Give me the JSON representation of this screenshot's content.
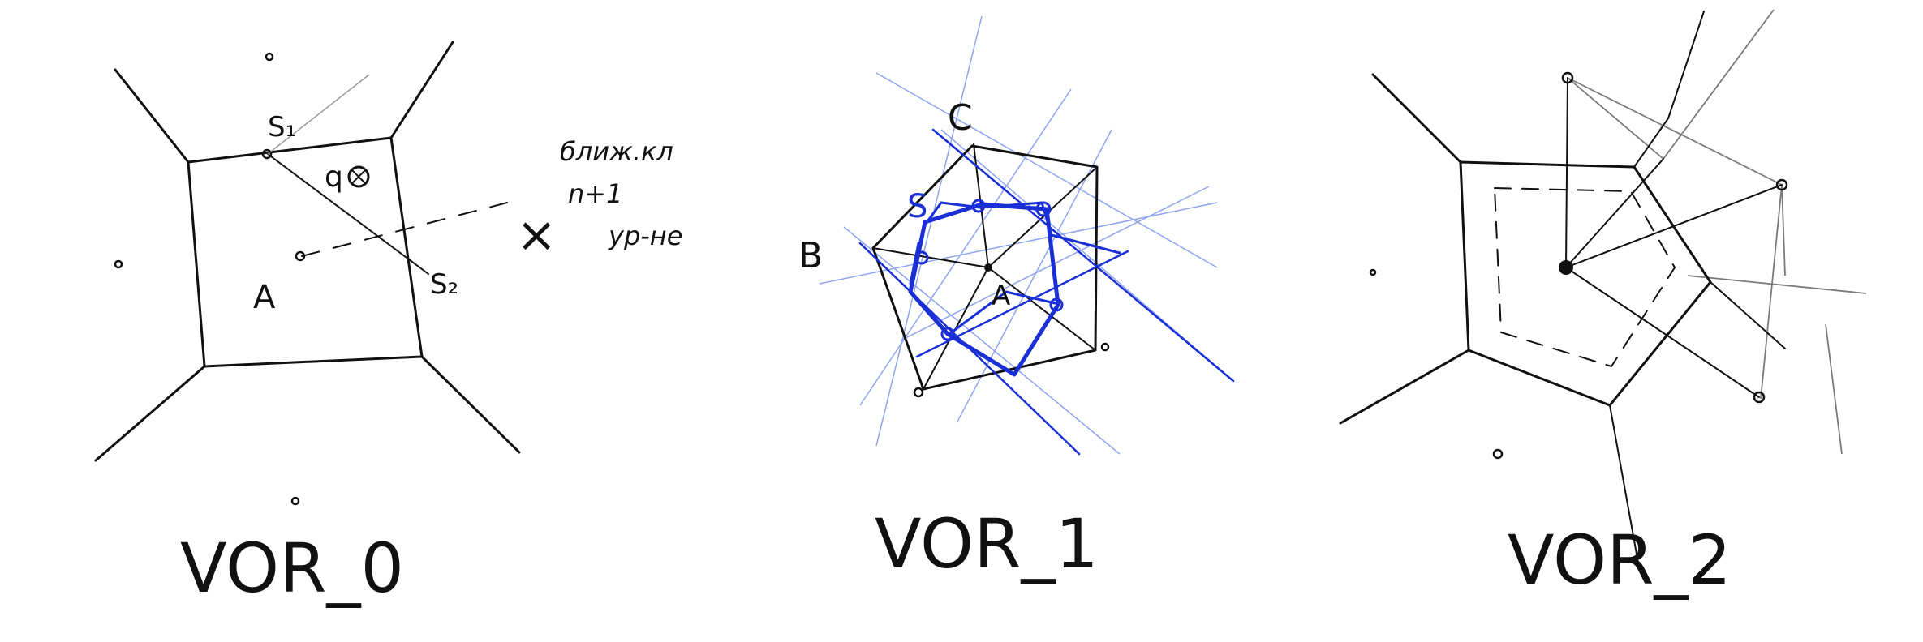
{
  "colors": {
    "ink": "#111111",
    "blue": "#1a2fd6",
    "light_blue": "#8fa3f0",
    "grey": "#9a9a9a"
  },
  "panel0": {
    "title": "VOR_0",
    "label_s1": "S₁",
    "label_s2": "S₂",
    "label_q": "q",
    "label_a": "A",
    "label_x": "×",
    "note": [
      "ближ.кл",
      "n+1",
      "ур-не"
    ]
  },
  "panel1": {
    "title": "VOR_1",
    "label_c": "C",
    "label_b": "B",
    "label_a": "A",
    "label_s": "S"
  },
  "panel2": {
    "title": "VOR_2"
  }
}
